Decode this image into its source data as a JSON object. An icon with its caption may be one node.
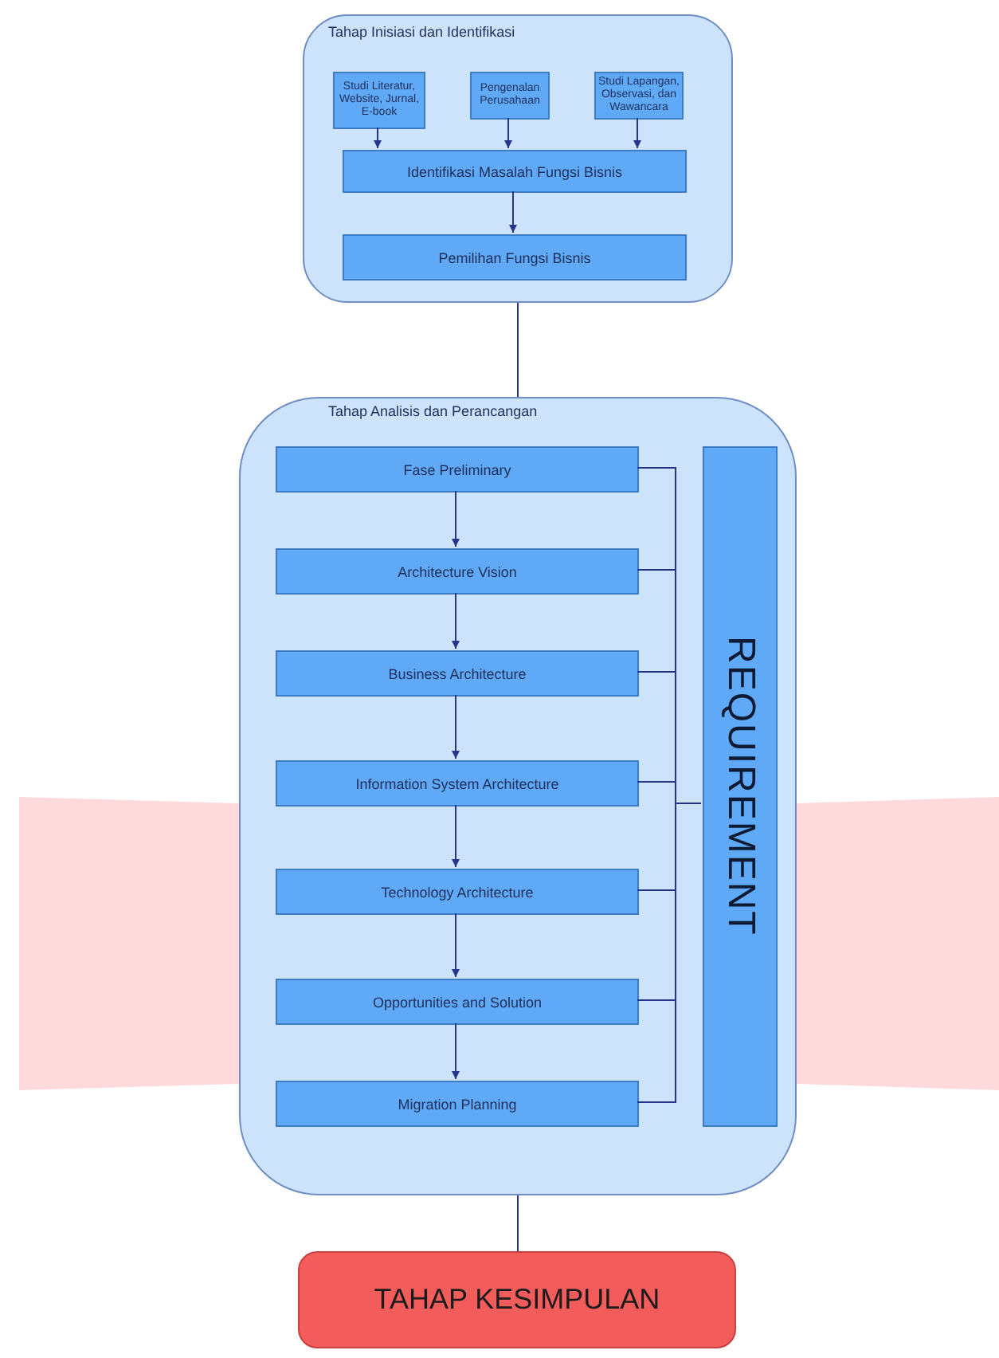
{
  "diagram": {
    "nodes": [
      {
        "text": [
          "Tahap Inisiasi dan Identifikasi"
        ]
      },
      {
        "text": [
          "Studi Literatur, Website, Jurnal, E-book"
        ],
        "in": 0
      },
      {
        "text": [
          "Pengenalan Perusahaan"
        ],
        "in": 0
      },
      {
        "text": [
          "Studi Lapangan, Observasi, dan Wawancara"
        ],
        "in": 0
      },
      {
        "text": [
          "Identifikasi Masalah Fungsi Bisnis"
        ],
        "in": 0
      },
      {
        "text": [
          "Pemilihan Fungsi Bisnis"
        ],
        "in": 0
      },
      {
        "text": [
          "Tahap Analisis dan Perancangan"
        ]
      },
      {
        "text": [
          "Fase Preliminary"
        ],
        "in": 6
      },
      {
        "text": [
          "Architecture Vision"
        ],
        "in": 6
      },
      {
        "text": [
          "Business Architecture"
        ],
        "in": 6
      },
      {
        "text": [
          "Information System Architecture"
        ],
        "in": 6
      },
      {
        "text": [
          "Technology Architecture"
        ],
        "in": 6
      },
      {
        "text": [
          "Opportunities and Solution"
        ],
        "in": 6
      },
      {
        "text": [
          "Migration Planning"
        ],
        "in": 6
      },
      {
        "text": [
          "REQUIREMENT"
        ],
        "in": 6
      },
      {
        "text": [
          "TAHAP KESIMPULAN"
        ]
      }
    ],
    "edges": [
      {
        "from": 1,
        "to": 4,
        "arrow": "to"
      },
      {
        "from": 2,
        "to": 4,
        "arrow": "to"
      },
      {
        "from": 3,
        "to": 4,
        "arrow": "to"
      },
      {
        "from": 4,
        "to": 5,
        "arrow": "to"
      },
      {
        "from": 0,
        "to": 6,
        "arrow": "none"
      },
      {
        "from": 7,
        "to": 8,
        "arrow": "to"
      },
      {
        "from": 8,
        "to": 9,
        "arrow": "to"
      },
      {
        "from": 9,
        "to": 10,
        "arrow": "to"
      },
      {
        "from": 10,
        "to": 11,
        "arrow": "to"
      },
      {
        "from": 11,
        "to": 12,
        "arrow": "to"
      },
      {
        "from": 12,
        "to": 13,
        "arrow": "to"
      },
      {
        "from": 7,
        "to": 14,
        "arrow": "none"
      },
      {
        "from": 8,
        "to": 14,
        "arrow": "none"
      },
      {
        "from": 9,
        "to": 14,
        "arrow": "none"
      },
      {
        "from": 10,
        "to": 14,
        "arrow": "none"
      },
      {
        "from": 11,
        "to": 14,
        "arrow": "none"
      },
      {
        "from": 12,
        "to": 14,
        "arrow": "none"
      },
      {
        "from": 13,
        "to": 14,
        "arrow": "none"
      },
      {
        "from": 6,
        "to": 15,
        "arrow": "none"
      }
    ]
  }
}
